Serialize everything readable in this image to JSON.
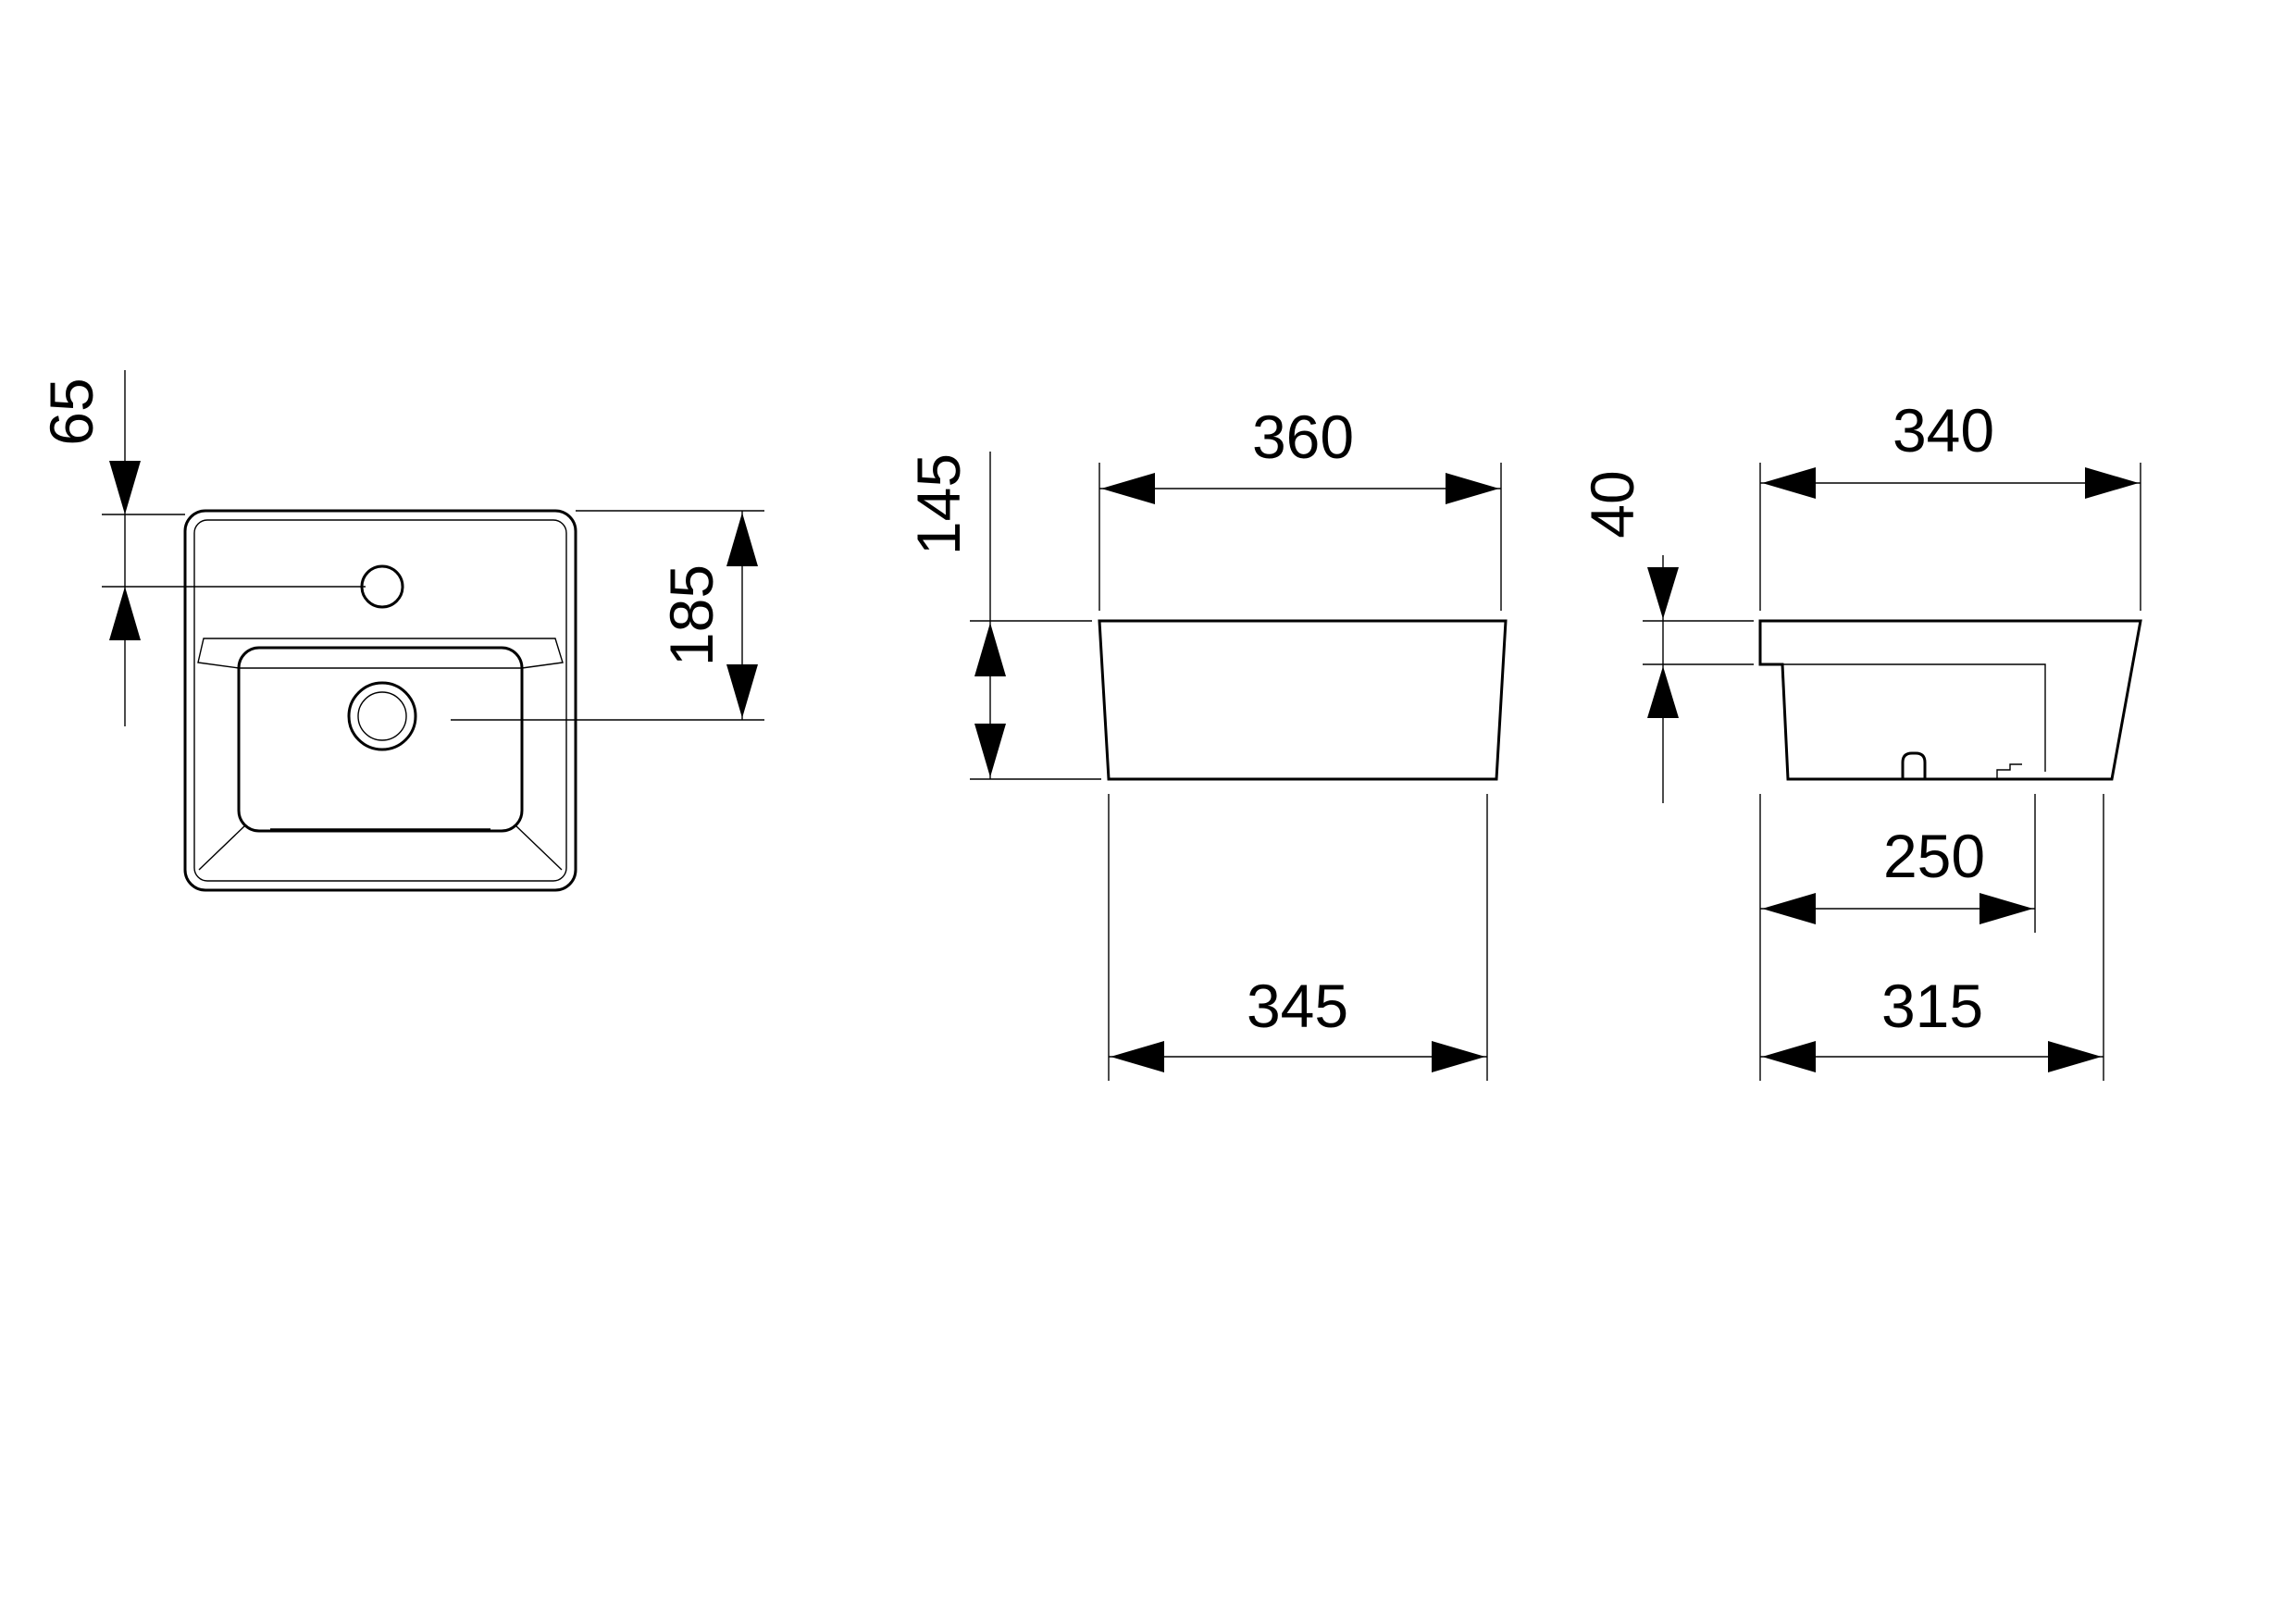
{
  "drawing": {
    "colors": {
      "line": "#000000",
      "background": "#ffffff"
    },
    "dimensions": {
      "top_tap_offset": "65",
      "top_waste_offset": "185",
      "front_top_width": "360",
      "front_height": "145",
      "front_bottom_width": "345",
      "side_top_width": "340",
      "side_rim_height": "40",
      "side_bowl_width": "250",
      "side_bottom_width": "315"
    }
  }
}
